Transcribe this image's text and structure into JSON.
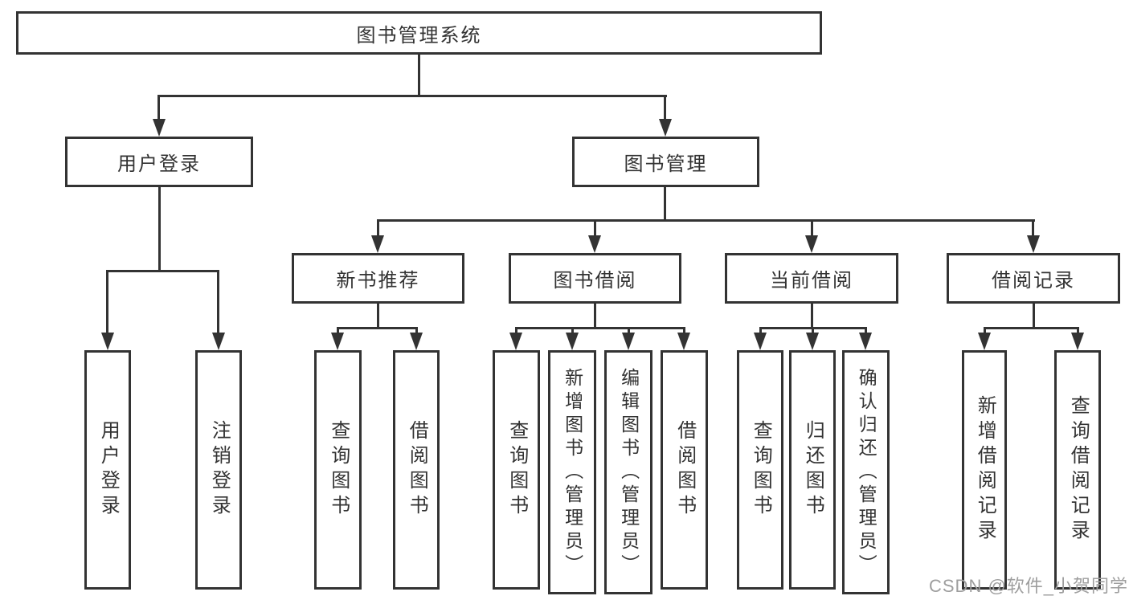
{
  "nodes": {
    "root": "图书管理系统",
    "login": "用户登录",
    "management": "图书管理",
    "recommend": "新书推荐",
    "borrow": "图书借阅",
    "current": "当前借阅",
    "records": "借阅记录"
  },
  "leaves": {
    "login": [
      "用户登录",
      "注销登录"
    ],
    "recommend": [
      "查询图书",
      "借阅图书"
    ],
    "borrow": [
      "查询图书",
      "新增图书（管理员）",
      "编辑图书（管理员）",
      "借阅图书"
    ],
    "current": [
      "查询图书",
      "归还图书",
      "确认归还（管理员）"
    ],
    "records": [
      "新增借阅记录",
      "查询借阅记录"
    ]
  },
  "watermark": "CSDN @软件_小贺同学",
  "colors": {
    "line": "#333333",
    "text": "#333333",
    "watermark": "#9e9e9e",
    "background": "#ffffff"
  }
}
